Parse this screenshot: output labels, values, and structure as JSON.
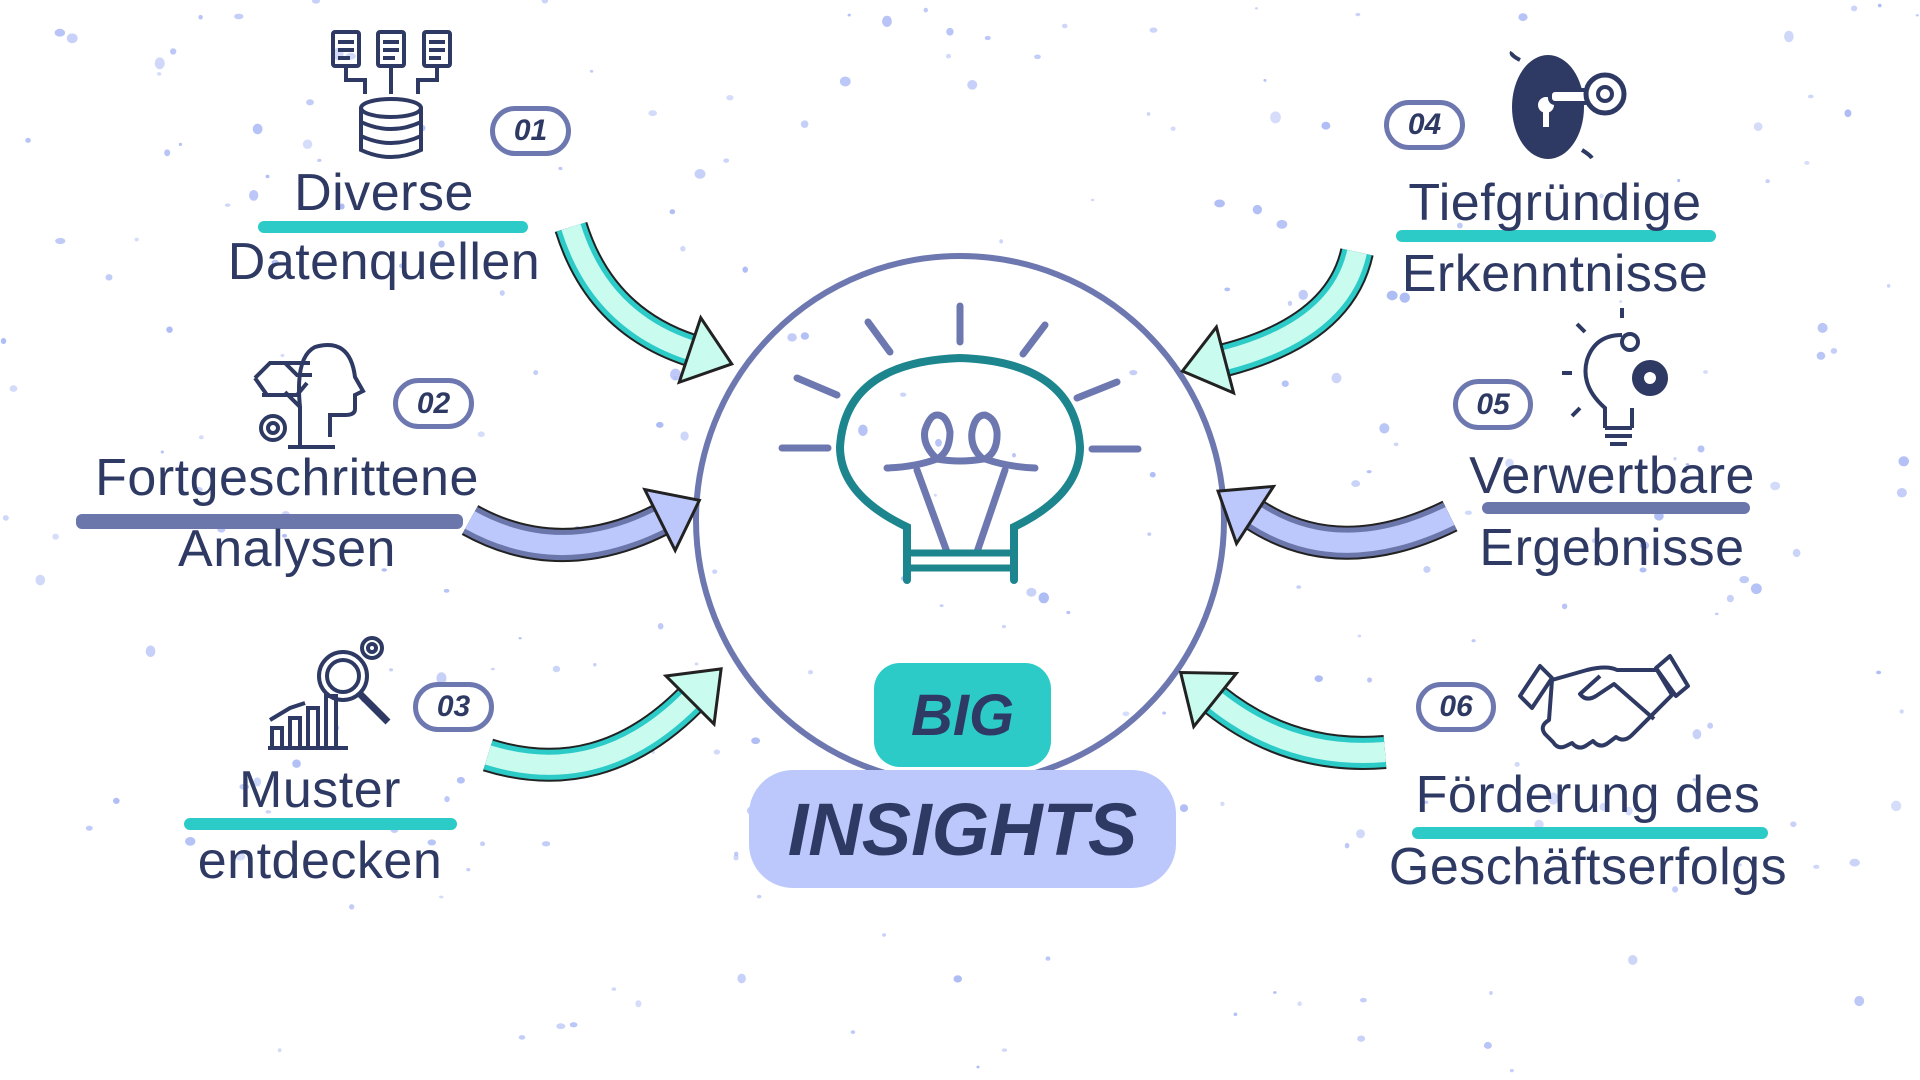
{
  "center": {
    "top": "BIG",
    "bottom": "INSIGHTS"
  },
  "items": [
    {
      "number": "01",
      "line1": "Diverse",
      "line2": "Datenquellen",
      "icon": "database-icon"
    },
    {
      "number": "02",
      "line1": "Fortgeschrittene",
      "line2": "Analysen",
      "icon": "ai-head-icon"
    },
    {
      "number": "03",
      "line1": "Muster",
      "line2": "entdecken",
      "icon": "analytics-magnifier-icon"
    },
    {
      "number": "04",
      "line1": "Tiefgründige",
      "line2": "Erkenntnisse",
      "icon": "key-icon"
    },
    {
      "number": "05",
      "line1": "Verwertbare",
      "line2": "Ergebnisse",
      "icon": "lightbulb-gear-icon"
    },
    {
      "number": "06",
      "line1": "Förderung des",
      "line2": "Geschäftserfolgs",
      "icon": "handshake-icon"
    }
  ],
  "colors": {
    "navy": "#2e3a63",
    "teal": "#2ccbc8",
    "purple": "#6b76ab",
    "lavender": "#bcc8fb",
    "mint": "#c9fbef"
  }
}
